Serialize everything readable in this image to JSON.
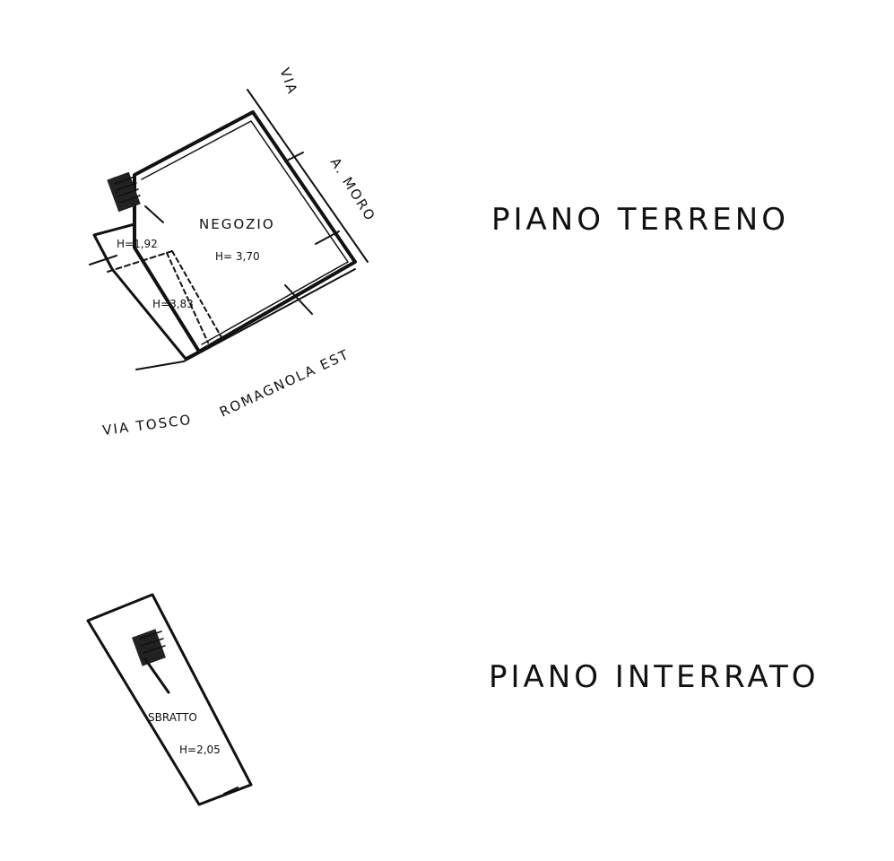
{
  "ground_floor": {
    "title": "PIANO TERRENO",
    "room_name": "NEGOZIO",
    "room_height": "H= 3,70",
    "annex_height_1": "H=1,92",
    "annex_height_2": "H=3,83"
  },
  "streets": {
    "via": "VIA",
    "a_moro": "A. MORO",
    "via_tosco": "VIA TOSCO",
    "romagnola_est": "ROMAGNOLA   EST"
  },
  "basement": {
    "title": "PIANO INTERRATO",
    "room_name": "SBRATTO",
    "room_height": "H=2,05"
  }
}
